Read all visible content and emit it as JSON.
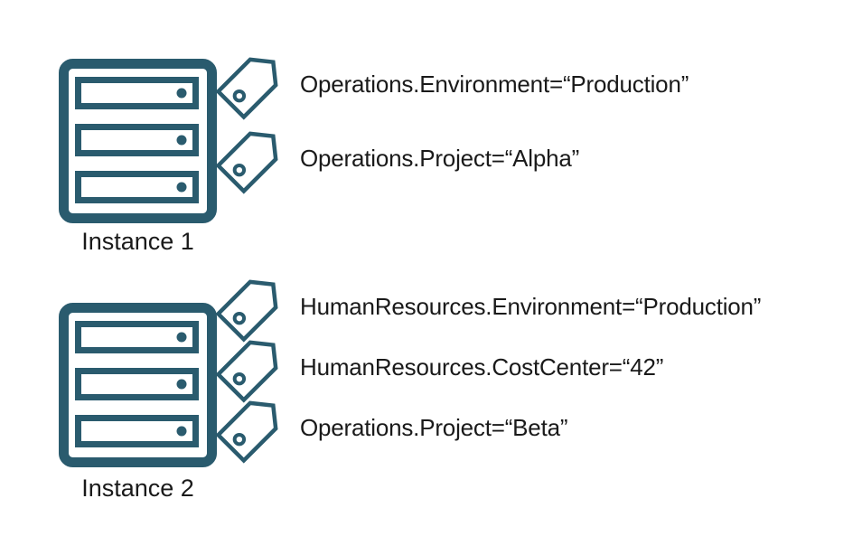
{
  "diagram": {
    "accent_color": "#2a5b6e",
    "text_color": "#1a1a1a",
    "icons": {
      "server": "server-icon",
      "tag": "tag-icon"
    },
    "instances": [
      {
        "label": "Instance 1",
        "tags": [
          "Operations.Environment=“Production”",
          "Operations.Project=“Alpha”"
        ]
      },
      {
        "label": "Instance 2",
        "tags": [
          "HumanResources.Environment=“Production”",
          "HumanResources.CostCenter=“42”",
          "Operations.Project=“Beta”"
        ]
      }
    ]
  }
}
